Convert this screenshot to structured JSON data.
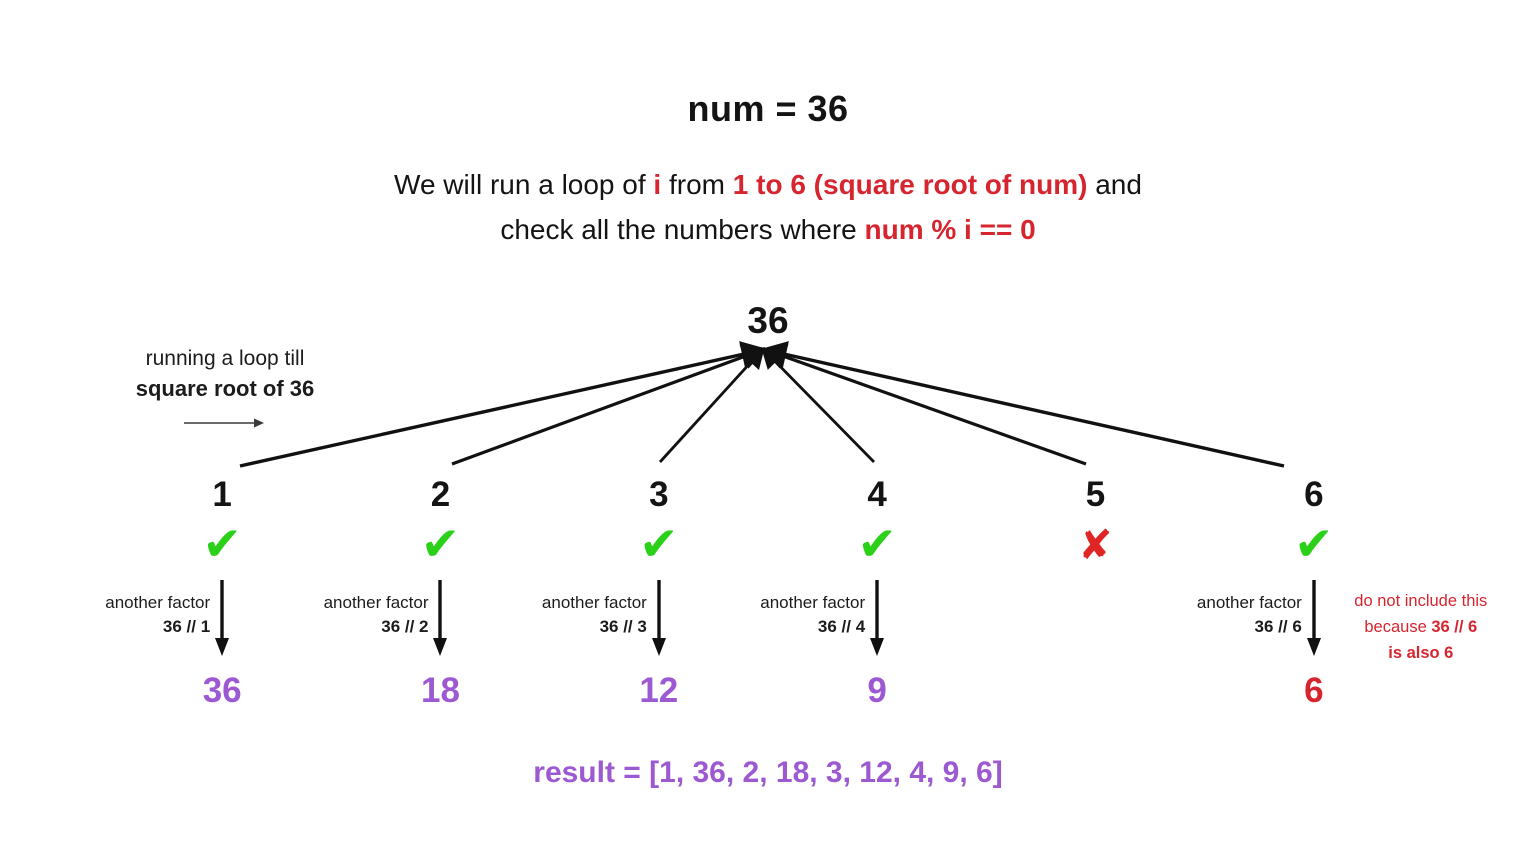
{
  "title": "num = 36",
  "subtitle": {
    "line1": {
      "s1": "We will run a loop of ",
      "s2": "i",
      "s3": " from ",
      "s4": "1 to 6 (square root of num)",
      "s5": " and"
    },
    "line2": {
      "s1": "check all the numbers where ",
      "s2": "num % i == 0"
    }
  },
  "annotation": {
    "line1": "running a loop till",
    "line2": "square root of 36"
  },
  "tree": {
    "root": "36",
    "columns": [
      {
        "i": "1",
        "mark": "check",
        "factor_label": "another factor",
        "factor_expr": "36 // 1",
        "result": "36"
      },
      {
        "i": "2",
        "mark": "check",
        "factor_label": "another factor",
        "factor_expr": "36 // 2",
        "result": "18"
      },
      {
        "i": "3",
        "mark": "check",
        "factor_label": "another factor",
        "factor_expr": "36 // 3",
        "result": "12"
      },
      {
        "i": "4",
        "mark": "check",
        "factor_label": "another factor",
        "factor_expr": "36 // 4",
        "result": "9"
      },
      {
        "i": "5",
        "mark": "cross"
      },
      {
        "i": "6",
        "mark": "check",
        "factor_label": "another factor",
        "factor_expr": "36 // 6",
        "result": "6",
        "note": {
          "l1": "do not include this",
          "l2a": "because ",
          "l2b": "36 // 6",
          "l3": "is also 6"
        }
      }
    ]
  },
  "icons": {
    "check": "✔",
    "cross": "✘"
  },
  "result_line": "result = [1, 36, 2, 18, 3, 12, 4, 9, 6]",
  "colors": {
    "red": "#d7252f",
    "green": "#2bd118",
    "purple": "#9c59d1",
    "black": "#141414",
    "xred": "#e02525"
  }
}
